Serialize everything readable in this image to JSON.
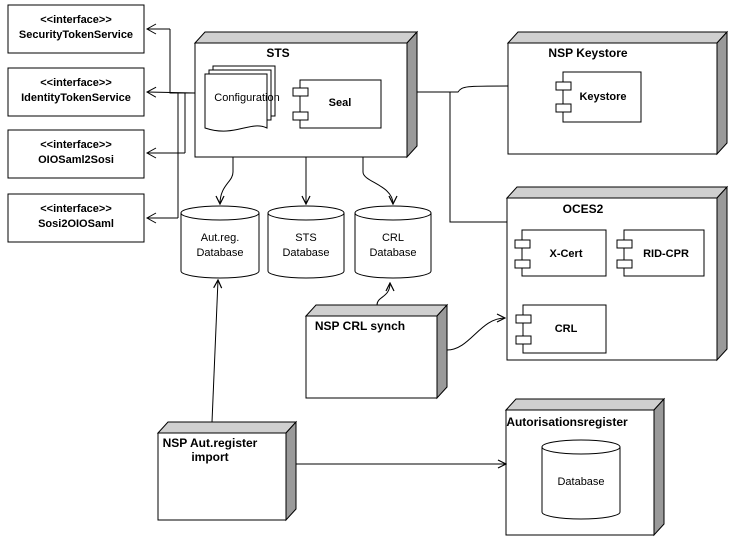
{
  "interfaces": [
    {
      "stereotype": "<<interface>>",
      "name": "SecurityTokenService"
    },
    {
      "stereotype": "<<interface>>",
      "name": "IdentityTokenService"
    },
    {
      "stereotype": "<<interface>>",
      "name": "OIOSaml2Sosi"
    },
    {
      "stereotype": "<<interface>>",
      "name": "Sosi2OIOSaml"
    }
  ],
  "sts": {
    "title": "STS",
    "configuration": "Configuration",
    "seal": "Seal"
  },
  "keystore": {
    "title": "NSP Keystore",
    "component": "Keystore"
  },
  "oces2": {
    "title": "OCES2",
    "components": [
      "X-Cert",
      "RID-CPR",
      "CRL"
    ]
  },
  "databases": [
    {
      "line1": "Aut.reg.",
      "line2": "Database"
    },
    {
      "line1": "STS",
      "line2": "Database"
    },
    {
      "line1": "CRL",
      "line2": "Database"
    }
  ],
  "crl_synch": {
    "title": "NSP CRL synch"
  },
  "aut_import": {
    "line1": "NSP Aut.register",
    "line2": "import"
  },
  "autorisationsregister": {
    "title": "Autorisationsregister",
    "database": "Database"
  }
}
